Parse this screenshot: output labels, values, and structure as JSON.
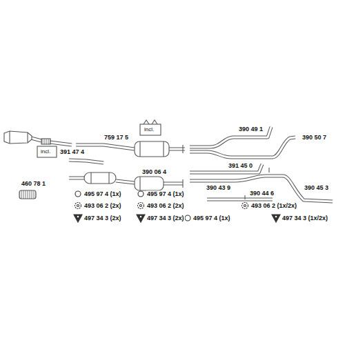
{
  "diagram": {
    "labels": [
      "759 17 5",
      "incl.",
      "390 49 1",
      "390 50 7",
      "incl.",
      "391 47 4",
      "391 45 0",
      "390 06 4",
      "460 78 1",
      "390 43 9",
      "390 45 3",
      "390 44 6",
      "495 97 4 (1x)",
      "495 97 4 (1x)",
      "493 06 2 (2x)",
      "493 06 2 (2x)",
      "493 06 2 (1x/2x)",
      "497 34 3 (2x)",
      "497 34 3 (2x)",
      "495 97 4 (1x)",
      "497 34 3 (1x/2x)"
    ]
  }
}
